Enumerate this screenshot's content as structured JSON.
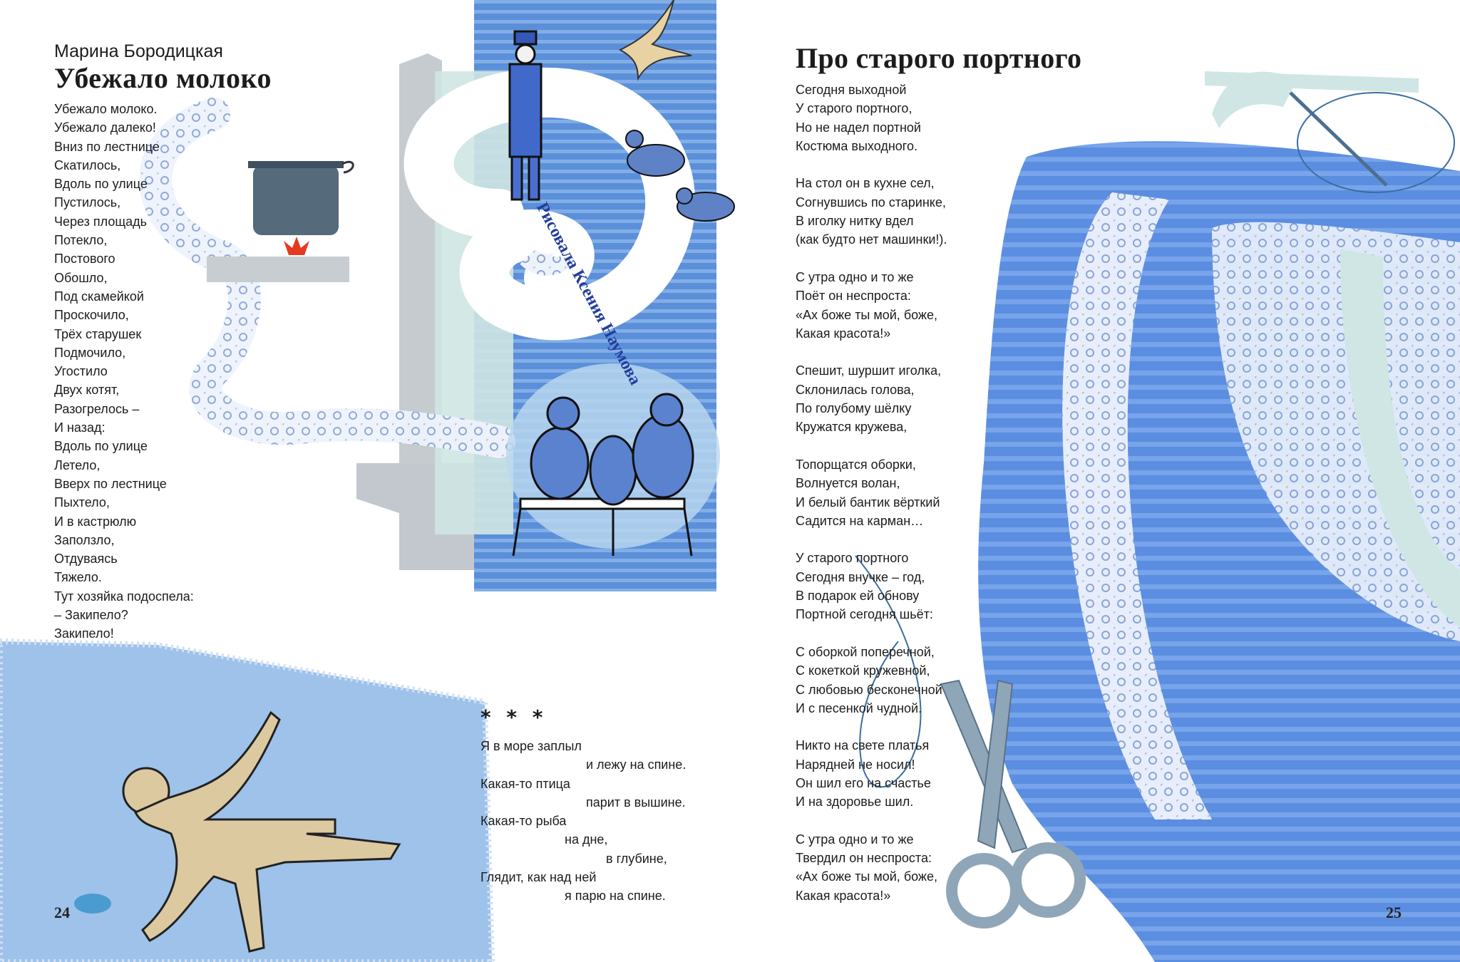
{
  "left_page": {
    "author": "Марина Бородицкая",
    "title": "Убежало молоко",
    "poem_lines": [
      "Убежало молоко.",
      "Убежало далеко!",
      "Вниз по лестнице",
      "Скатилось,",
      "Вдоль по улице",
      "Пустилось,",
      "Через площадь",
      "Потекло,",
      "Постового",
      "Обошло,",
      "Под скамейкой",
      "Проскочило,",
      "Трёх старушек",
      "Подмочило,",
      "Угостило",
      "Двух котят,",
      "Разогрелось –",
      "И назад:",
      "Вдоль по улице",
      "Летело,",
      "Вверх по лестнице",
      "Пыхтело,",
      "И в кастрюлю",
      "Заползло,",
      "Отдуваясь",
      "Тяжело.",
      "Тут хозяйка подоспела:",
      "– Закипело?",
      "Закипело!"
    ],
    "illustrator_credit": "Рисовала Ксения Наумова",
    "stars": "* * *",
    "poem2_lines": [
      "Я в море заплыл",
      "и лежу на спине.",
      "Какая-то птица",
      "парит в вышине.",
      "Какая-то рыба",
      "на дне,",
      "в глубине,",
      "Глядит, как над ней",
      "я парю на спине."
    ],
    "page_number": "24"
  },
  "right_page": {
    "title": "Про старого портного",
    "stanzas": [
      [
        "Сегодня выходной",
        "У старого портного,",
        "Но не надел портной",
        "Костюма выходного."
      ],
      [
        "На стол он в кухне сел,",
        "Согнувшись по старинке,",
        "В иголку нитку вдел",
        "(как будто нет машинки!)."
      ],
      [
        "С утра одно и то же",
        "Поёт он неспроста:",
        "«Ах боже ты мой, боже,",
        "Какая красота!»"
      ],
      [
        "Спешит, шуршит иголка,",
        "Склонилась голова,",
        "По голубому шёлку",
        "Кружатся кружева,"
      ],
      [
        "Топорщатся оборки,",
        "Волнуется волан,",
        "И белый бантик вёрткий",
        "Садится на карман…"
      ],
      [
        "У старого портного",
        "Сегодня внучке – год,",
        "В подарок ей обнову",
        "Портной сегодня шьёт:"
      ],
      [
        "С оборкой поперечной,",
        "С кокеткой кружевной,",
        "С любовью бесконечной",
        "И с песенкой чудной."
      ],
      [
        "Никто на свете платья",
        "Нарядней не носил!",
        "Он шил его на счастье",
        "И на здоровье шил."
      ],
      [
        "С утра одно и то же",
        "Твердил он неспроста:",
        "«Ах боже ты мой, боже,",
        "Какая красота!»"
      ]
    ],
    "page_number": "25"
  },
  "colors": {
    "fabric_blue": "#4f86d6",
    "fabric_light": "#9fc3ea",
    "paper_mint": "#cfe6e4",
    "paper_grey": "#c7ccd1",
    "lace": "#f3f5fb",
    "credit_blue": "#243e9c",
    "figure_tan": "#dcc9a0"
  }
}
